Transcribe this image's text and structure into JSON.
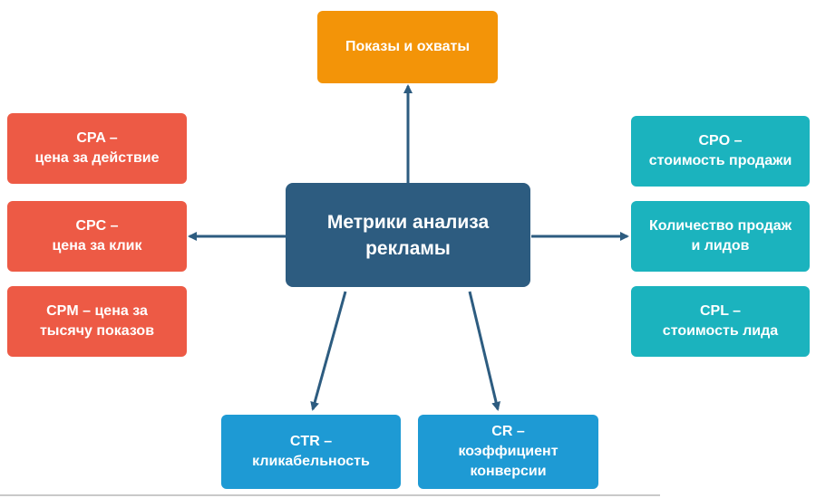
{
  "diagram": {
    "center": {
      "line1": "Метрики анализа",
      "line2": "рекламы"
    },
    "top": {
      "line1": "Показы и охваты"
    },
    "left": [
      {
        "line1": "CPA –",
        "line2": "цена за действие"
      },
      {
        "line1": "CPC –",
        "line2": "цена за клик"
      },
      {
        "line1": "CPM – цена за",
        "line2": "тысячу показов"
      }
    ],
    "right": [
      {
        "line1": "CPO –",
        "line2": "стоимость продажи"
      },
      {
        "line1": "Количество продаж",
        "line2": "и лидов"
      },
      {
        "line1": "CPL –",
        "line2": "стоимость лида"
      }
    ],
    "bottom": [
      {
        "line1": "CTR –",
        "line2": "кликабельность"
      },
      {
        "line1": "CR –",
        "line2": "коэффициент",
        "line3": "конверсии"
      }
    ]
  },
  "colors": {
    "top": "#f39408",
    "left": "#ed5a45",
    "right": "#1bb3be",
    "bottom": "#1e9ad4",
    "center": "#2d5c80",
    "arrow": "#2d5c80"
  }
}
